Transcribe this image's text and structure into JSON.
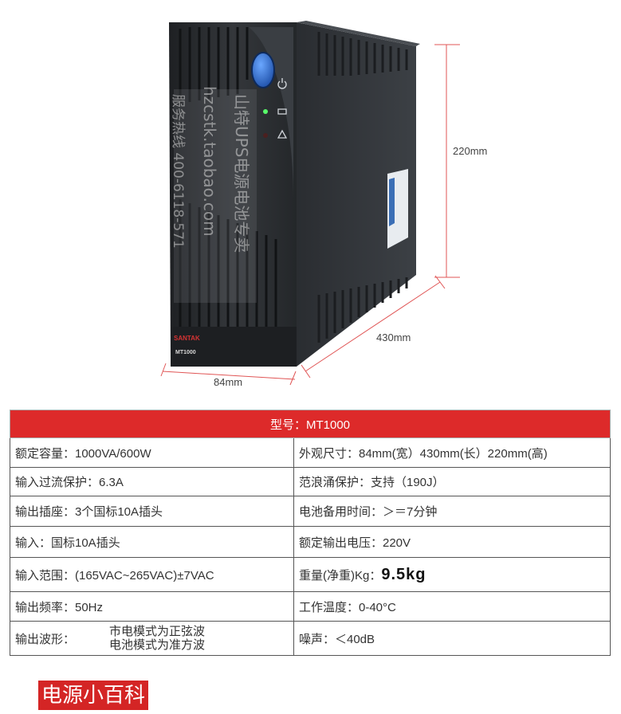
{
  "figure": {
    "brand_label": "SANTAK",
    "model_label": "MT1000",
    "watermark": {
      "line1": "山特UPS电源电池专卖",
      "line2": "hzcstk.taobao.com",
      "line3": "服务热线 400-6118-571"
    },
    "dimensions": {
      "height": "220mm",
      "depth": "430mm",
      "width": "84mm"
    }
  },
  "spec_table": {
    "header": "型号：MT1000",
    "rows": [
      {
        "left": "额定容量：1000VA/600W",
        "right": "外观尺寸：84mm(宽）430mm(长）220mm(高)"
      },
      {
        "left": "输入过流保护：6.3A",
        "right": "范浪涌保护：支持（190J）"
      },
      {
        "left": "输出插座：3个国标10A插头",
        "right": "电池备用时间：＞＝7分钟"
      },
      {
        "left": "输入：国标10A插头",
        "right": "额定输出电压：220V"
      },
      {
        "left": "输入范围：(165VAC~265VAC)±7VAC",
        "right_label": "重量(净重)Kg：",
        "right_value": "9.5kg"
      },
      {
        "left": "输出频率：50Hz",
        "right": "工作温度：0-40°C"
      },
      {
        "left_label": "输出波形：",
        "left_values": [
          "市电模式为正弦波",
          "电池模式为准方波"
        ],
        "right": "噪声：＜40dB"
      }
    ]
  },
  "section_title": "电源小百科",
  "colors": {
    "accent": "#dd2a2a",
    "device_body": "#2c2f33",
    "power_button": "#2f6fd0"
  }
}
